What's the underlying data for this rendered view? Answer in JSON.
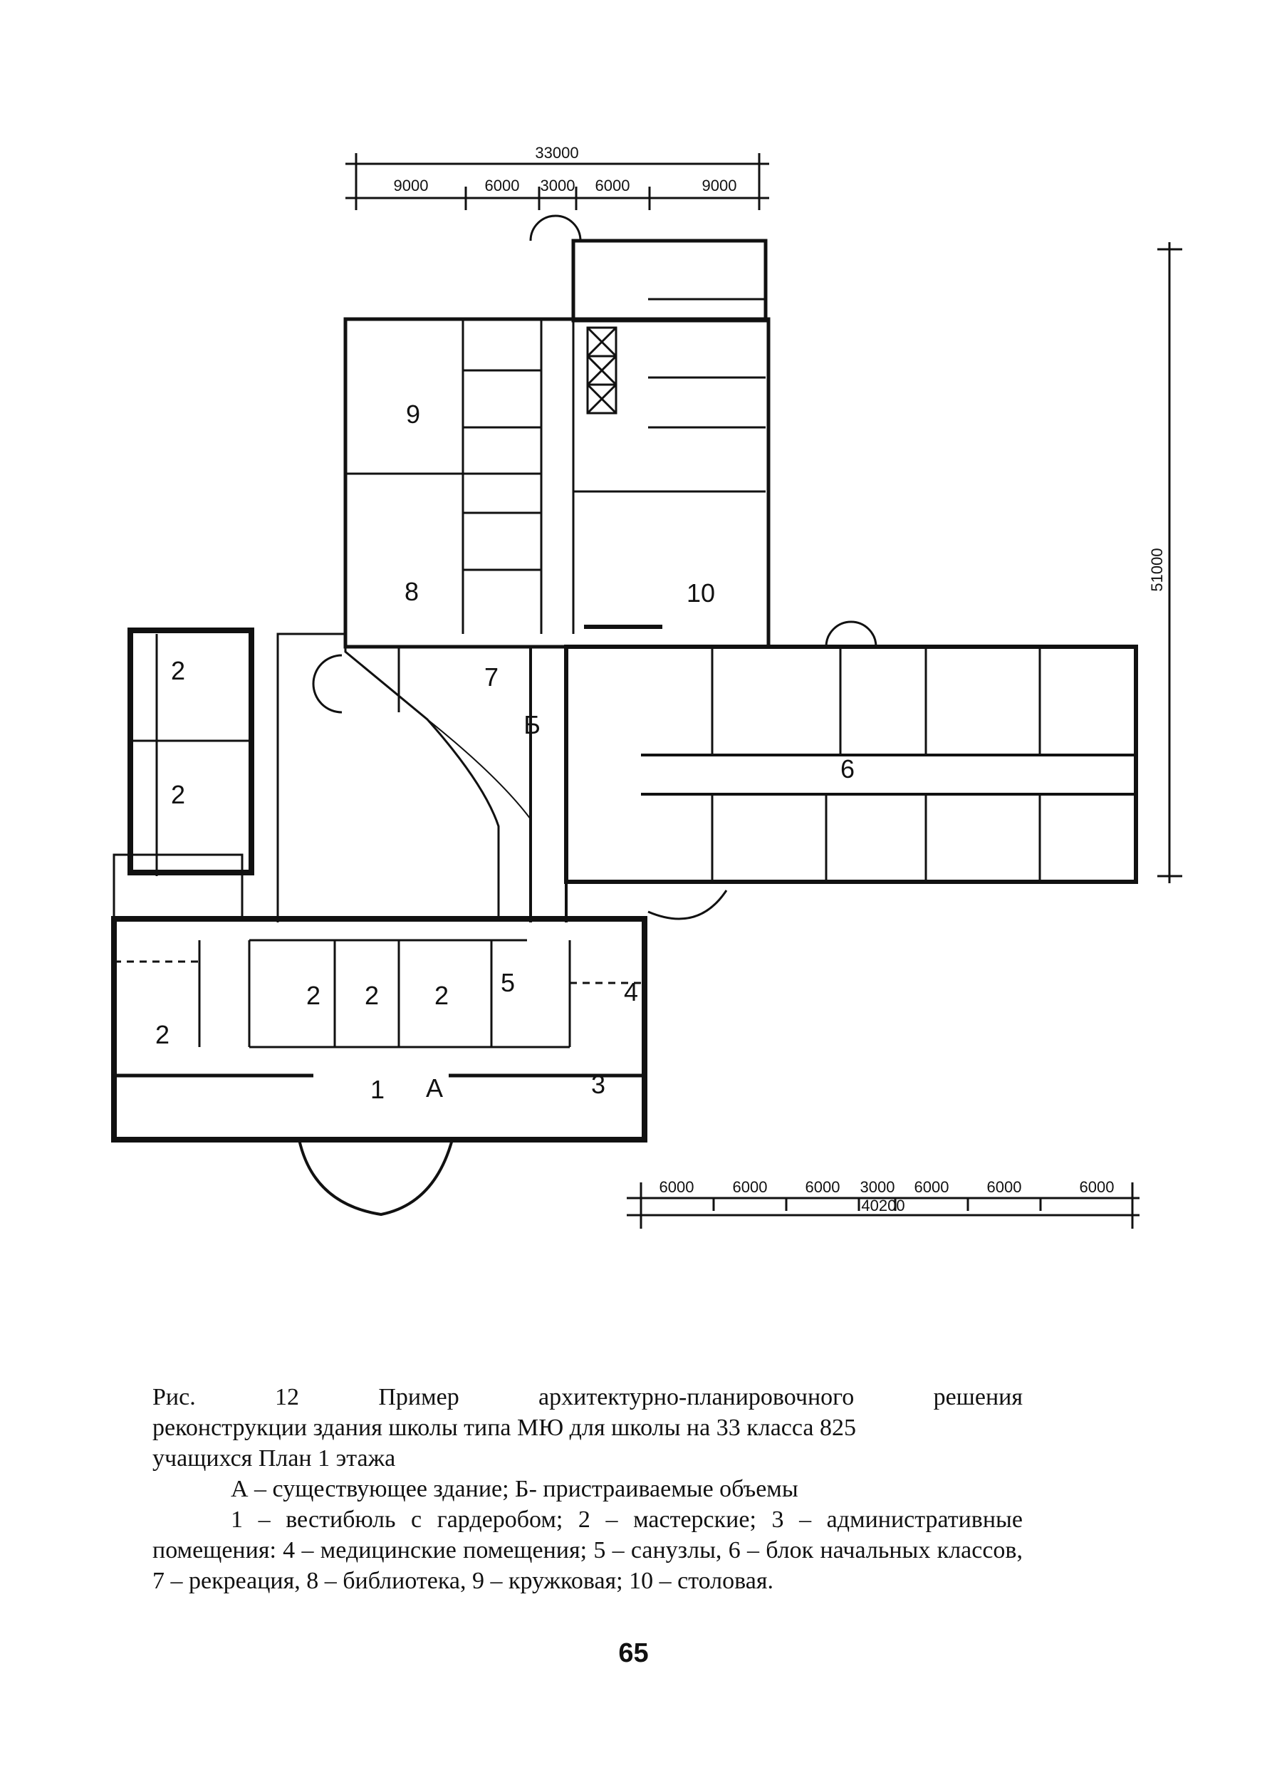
{
  "figure": {
    "top_dimensions": {
      "total": "33000",
      "segments": [
        "9000",
        "6000",
        "3000",
        "6000",
        "9000"
      ]
    },
    "side_dimension": "51000",
    "bottom_dimensions": {
      "total": "40200",
      "segments": [
        "6000",
        "6000",
        "6000",
        "3000",
        "6000",
        "6000",
        "6000"
      ]
    },
    "room_labels": {
      "r9": "9",
      "r8": "8",
      "r10": "10",
      "r7": "7",
      "rB": "Б",
      "r6": "6",
      "r2a": "2",
      "r2b": "2",
      "r2c": "2",
      "r2d": "2",
      "r2e": "2",
      "r2f": "2",
      "r5": "5",
      "r4": "4",
      "r3": "3",
      "r1": "1",
      "rA": "А"
    }
  },
  "caption": {
    "line1": [
      "Рис.",
      "12",
      "Пример",
      "архитектурно-планировочного",
      "решения"
    ],
    "line2": "реконструкции здания школы типа МЮ для школы на 33 класса 825",
    "line3": "учащихся  План 1 этажа",
    "legend_ab": "А – существующее здание; Б- пристраиваемые объемы",
    "legend": "1 – вестибюль с гардеробом; 2 – мастерские; 3 – административные помещения: 4 – медицинские помещения; 5 – санузлы, 6 – блок начальных классов, 7 – рекреация, 8 – библиотека, 9 – кружковая; 10 – столовая."
  },
  "page_number": "65"
}
